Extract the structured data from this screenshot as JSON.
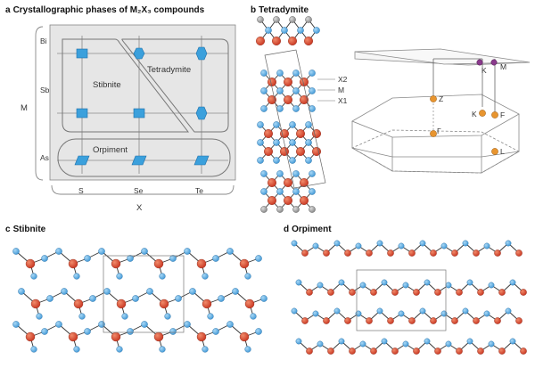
{
  "panels": {
    "a": {
      "letter": "a",
      "title": "Crystallographic phases of M₂X₃ compounds"
    },
    "b": {
      "letter": "b",
      "title": "Tetradymite"
    },
    "c": {
      "letter": "c",
      "title": "Stibnite"
    },
    "d": {
      "letter": "d",
      "title": "Orpiment"
    }
  },
  "phase_diagram": {
    "y_axis_label": "M",
    "x_axis_label": "X",
    "rows": [
      "Bi",
      "Sb",
      "As"
    ],
    "cols": [
      "S",
      "Se",
      "Te"
    ],
    "regions": [
      "Stibnite",
      "Tetradymite",
      "Orpiment"
    ]
  },
  "tetradymite": {
    "layer_labels": [
      "X2",
      "M",
      "X1"
    ],
    "bz_points": [
      "Z",
      "K",
      "F",
      "Γ",
      "L",
      "K",
      "M"
    ],
    "surface_points": [
      "K",
      "M"
    ]
  },
  "colors": {
    "metal_atom": "#d9432b",
    "chalcogen_atom": "#5aaee3",
    "gray_atom": "#9a9a9a",
    "bz_point": "#e8952f",
    "surface_point": "#8a3a8c",
    "diagram_bg": "#e8e8e8",
    "symbol_blue": "#3ba0dc"
  }
}
